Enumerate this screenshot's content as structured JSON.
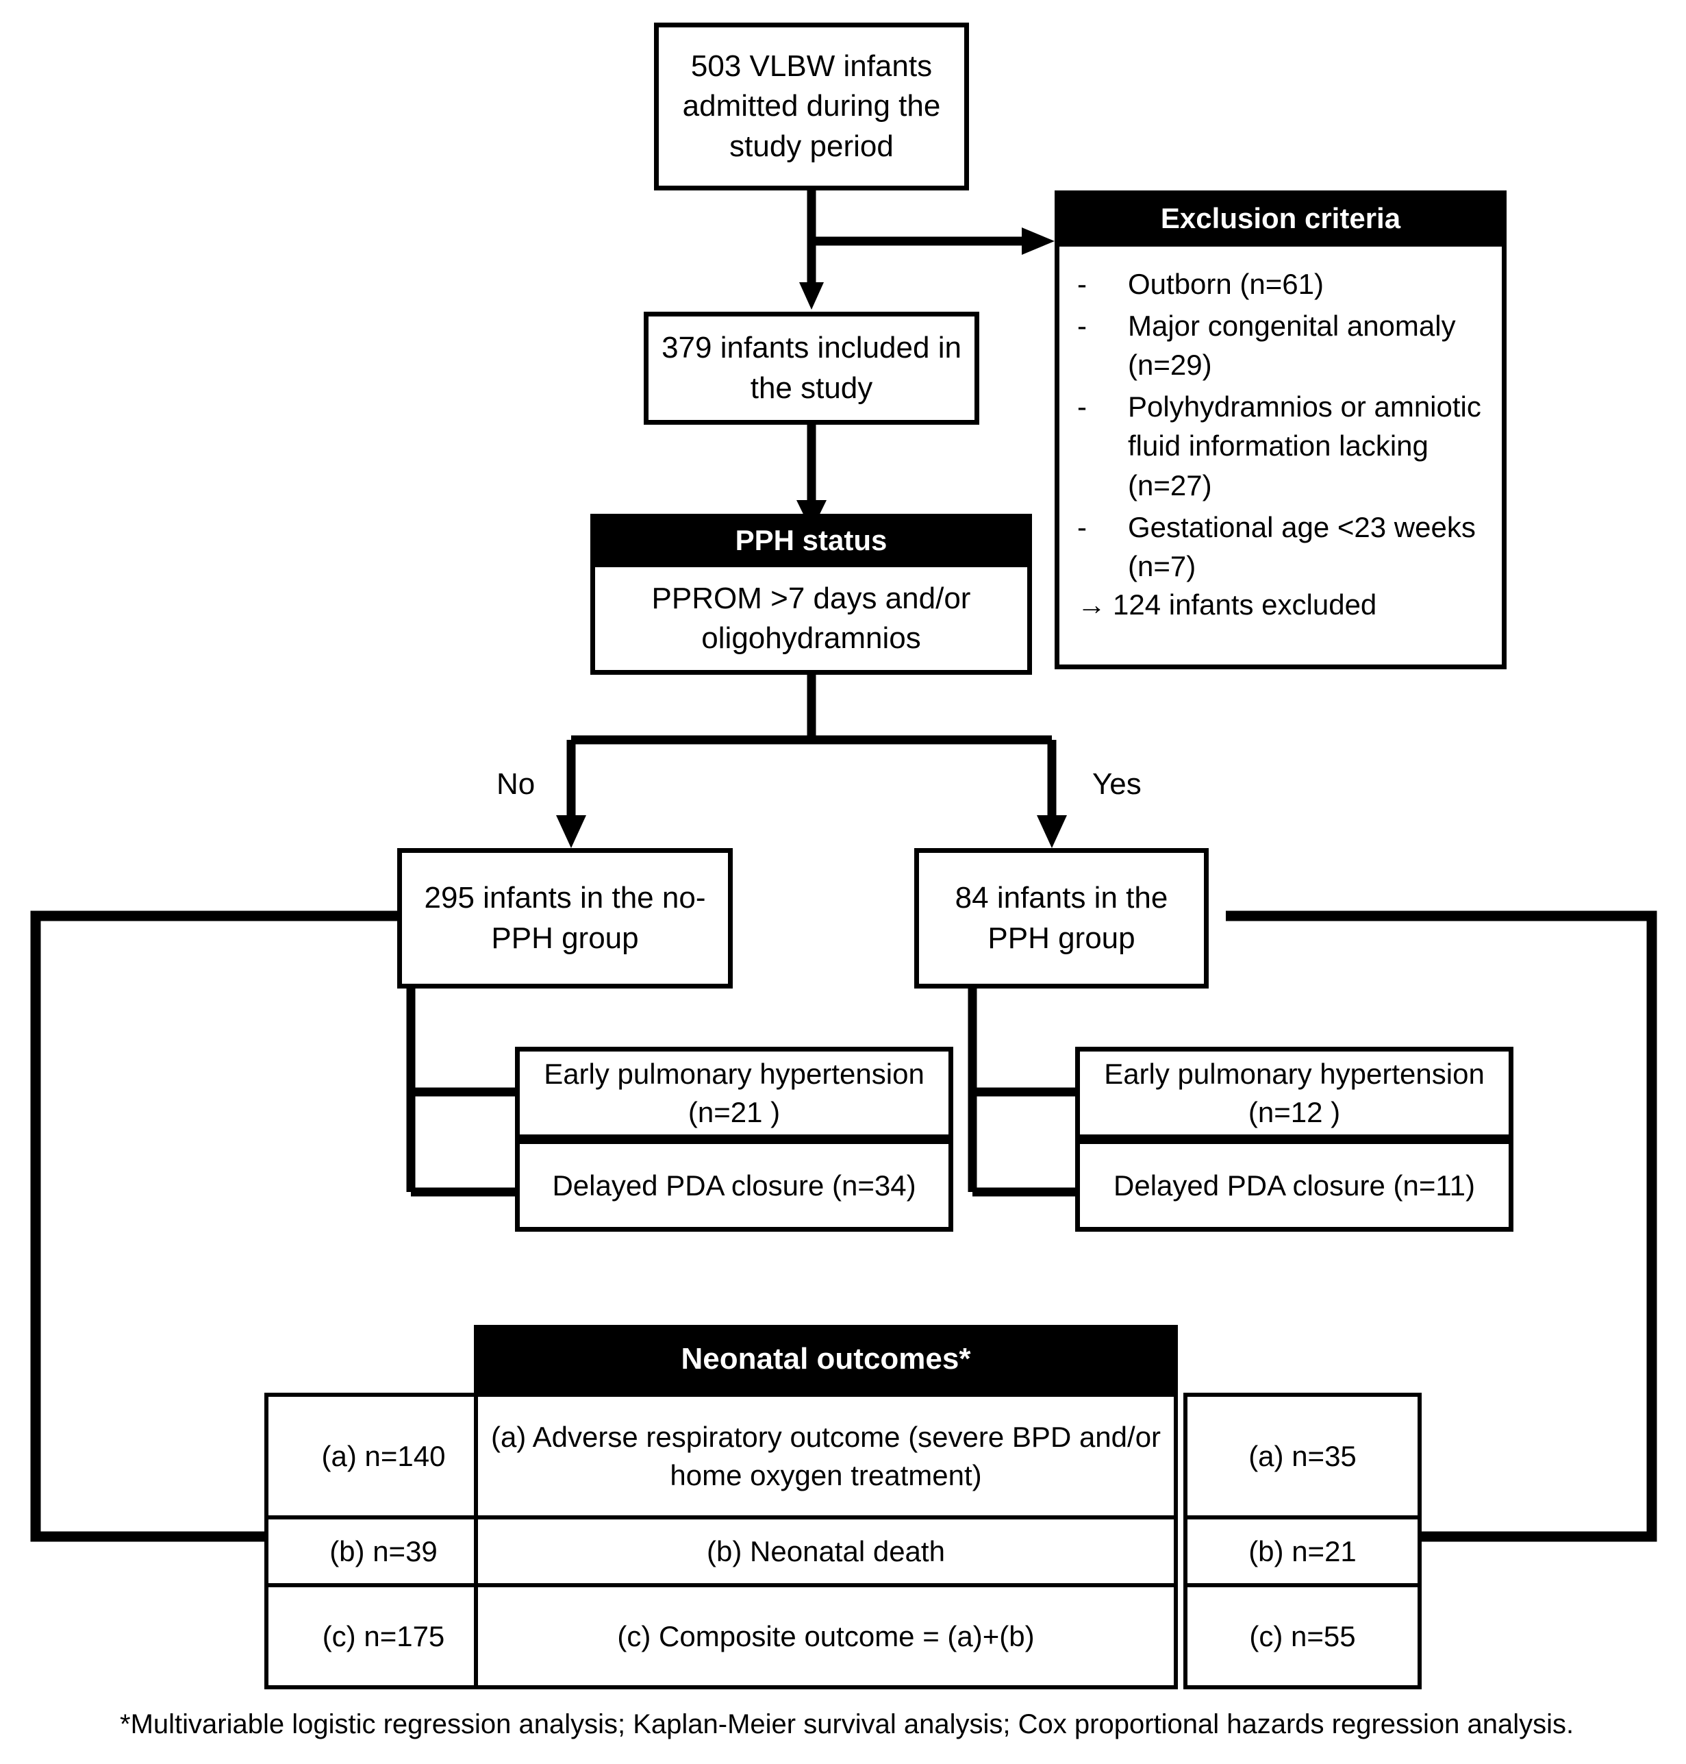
{
  "diagram": {
    "title_none": "",
    "colors": {
      "stroke": "#000000",
      "header_fill": "#000000",
      "header_text": "#ffffff",
      "box_fill": "#ffffff",
      "page_bg": "#ffffff"
    }
  },
  "nodes": {
    "enrollment": {
      "text": "503 VLBW infants admitted during the study period"
    },
    "included": {
      "text": "379 infants included in the study"
    },
    "pph_status": {
      "header": "PPH status",
      "body": "PPROM >7 days and/or oligohydramnios"
    },
    "no_pph_group": {
      "text": "295 infants in the no-PPH group"
    },
    "pph_group": {
      "text": "84 infants in the PPH group"
    }
  },
  "exclusion": {
    "header": "Exclusion criteria",
    "bullet_marker": "-",
    "items": [
      "Outborn (n=61)",
      "Major congenital anomaly (n=29)",
      "Polyhydramnios or amniotic fluid information lacking (n=27)",
      "Gestational age <23 weeks (n=7)"
    ],
    "summary_marker": "→",
    "summary": "124 infants excluded"
  },
  "edge_labels": {
    "no": "No",
    "yes": "Yes"
  },
  "complications": {
    "no_pph": [
      {
        "label": "Early pulmonary hypertension  (n=21 )"
      },
      {
        "label": "Delayed PDA closure (n=34)"
      }
    ],
    "pph": [
      {
        "label": "Early pulmonary hypertension  (n=12 )"
      },
      {
        "label": "Delayed PDA closure (n=11)"
      }
    ]
  },
  "outcomes": {
    "header": "Neonatal outcomes*",
    "rows": [
      {
        "left": "(a) n=140",
        "center": "(a) Adverse respiratory outcome (severe BPD and/or home oxygen treatment)",
        "right": "(a) n=35"
      },
      {
        "left": "(b) n=39",
        "center": "(b) Neonatal death",
        "right": "(b) n=21"
      },
      {
        "left": "(c) n=175",
        "center": "(c) Composite outcome = (a)+(b)",
        "right": "(c) n=55"
      }
    ]
  },
  "footnote": {
    "text": "*Multivariable logistic regression analysis; Kaplan-Meier survival analysis; Cox proportional hazards regression analysis."
  },
  "chart_data": {
    "type": "diagram",
    "title": "VLBW infant study flow (CONSORT-style)",
    "flow": [
      {
        "id": "enrollment",
        "n": 503,
        "label": "503 VLBW infants admitted during the study period"
      },
      {
        "id": "excluded",
        "n": 124,
        "label": "124 infants excluded"
      },
      {
        "id": "included",
        "n": 379,
        "label": "379 infants included in the study"
      },
      {
        "id": "no_pph",
        "n": 295,
        "label": "295 infants in the no-PPH group"
      },
      {
        "id": "pph",
        "n": 84,
        "label": "84 infants in the PPH group"
      }
    ],
    "exclusion_counts": [
      {
        "reason": "Outborn",
        "n": 61
      },
      {
        "reason": "Major congenital anomaly",
        "n": 29
      },
      {
        "reason": "Polyhydramnios or amniotic fluid information lacking",
        "n": 27
      },
      {
        "reason": "Gestational age <23 weeks",
        "n": 7
      }
    ],
    "complication_counts": [
      {
        "group": "no-PPH",
        "early_pulmonary_hypertension": 21,
        "delayed_pda_closure": 34
      },
      {
        "group": "PPH",
        "early_pulmonary_hypertension": 12,
        "delayed_pda_closure": 11
      }
    ],
    "outcome_counts": [
      {
        "outcome": "(a) Adverse respiratory outcome (severe BPD and/or home oxygen treatment)",
        "no_pph": 140,
        "pph": 35
      },
      {
        "outcome": "(b) Neonatal death",
        "no_pph": 39,
        "pph": 21
      },
      {
        "outcome": "(c) Composite outcome = (a)+(b)",
        "no_pph": 175,
        "pph": 55
      }
    ]
  }
}
